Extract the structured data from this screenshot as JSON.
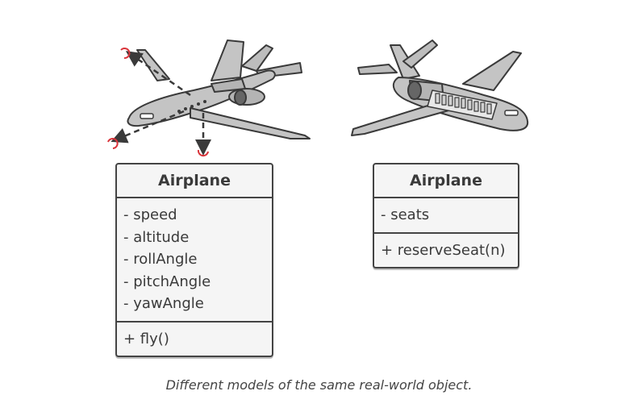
{
  "models": [
    {
      "class_name": "Airplane",
      "attributes": [
        "- speed",
        "- altitude",
        "- rollAngle",
        "- pitchAngle",
        "- yawAngle"
      ],
      "methods": [
        "+ fly()"
      ]
    },
    {
      "class_name": "Airplane",
      "attributes": [
        "- seats"
      ],
      "methods": [
        "+ reserveSeat(n)"
      ]
    }
  ],
  "caption": "Different models of the same real-world object.",
  "illustrations": {
    "left": "airplane-with-rotation-axes-icon",
    "right": "airplane-with-seats-icon"
  },
  "colors": {
    "airplane_fill": "#c4c4c4",
    "outline": "#3a3a3a",
    "rotation_marker": "#d9333a",
    "box_fill": "#f5f5f5"
  }
}
